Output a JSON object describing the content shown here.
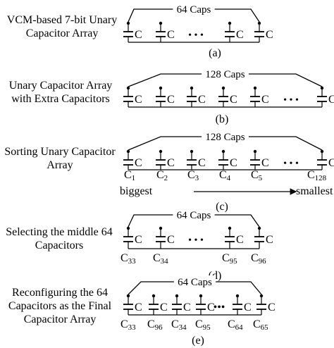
{
  "panels": [
    {
      "id": "a",
      "title_lines": [
        "VCM-based 7-bit Unary",
        "Capacitor Array"
      ],
      "caps_label": "64 Caps",
      "cap_label": "C",
      "dots": "• • •",
      "caption": "(a)",
      "bottom_labels": []
    },
    {
      "id": "b",
      "title_lines": [
        "Unary Capacitor Array",
        "with  Extra Capacitors"
      ],
      "caps_label": "128 Caps",
      "cap_label": "C",
      "dots": "• • •",
      "caption": "(b)",
      "bottom_labels": []
    },
    {
      "id": "c",
      "title_lines": [
        "Sorting Unary Capacitor",
        "Array"
      ],
      "caps_label": "128 Caps",
      "cap_label": "C",
      "dots": "• • •",
      "caption": "(c)",
      "bottom_labels": [
        {
          "main": "C",
          "sub": "1"
        },
        {
          "main": "C",
          "sub": "2"
        },
        {
          "main": "C",
          "sub": "3"
        },
        {
          "main": "C",
          "sub": "4"
        },
        {
          "main": "C",
          "sub": "5"
        },
        {
          "main": "C",
          "sub": "128"
        }
      ],
      "left_note": "biggest",
      "right_note": "smallest"
    },
    {
      "id": "d",
      "title_lines": [
        "Selecting the middle 64",
        "Capacitors"
      ],
      "caps_label": "64 Caps",
      "cap_label": "C",
      "dots": "• • •",
      "caption": "(d)",
      "bottom_labels": [
        {
          "main": "C",
          "sub": "33"
        },
        {
          "main": "C",
          "sub": "34"
        },
        {
          "main": "C",
          "sub": "95"
        },
        {
          "main": "C",
          "sub": "96"
        }
      ]
    },
    {
      "id": "e",
      "title_lines": [
        "Reconfiguring the 64",
        "Capacitors as the Final",
        "Capacitor Array"
      ],
      "caps_label": "64 Caps",
      "cap_label": "C",
      "dots": "•••",
      "caption": "(e)",
      "bottom_labels": [
        {
          "main": "C",
          "sub": "33"
        },
        {
          "main": "C",
          "sub": "96"
        },
        {
          "main": "C",
          "sub": "34"
        },
        {
          "main": "C",
          "sub": "95"
        },
        {
          "main": "C",
          "sub": "64"
        },
        {
          "main": "C",
          "sub": "65"
        }
      ]
    }
  ]
}
